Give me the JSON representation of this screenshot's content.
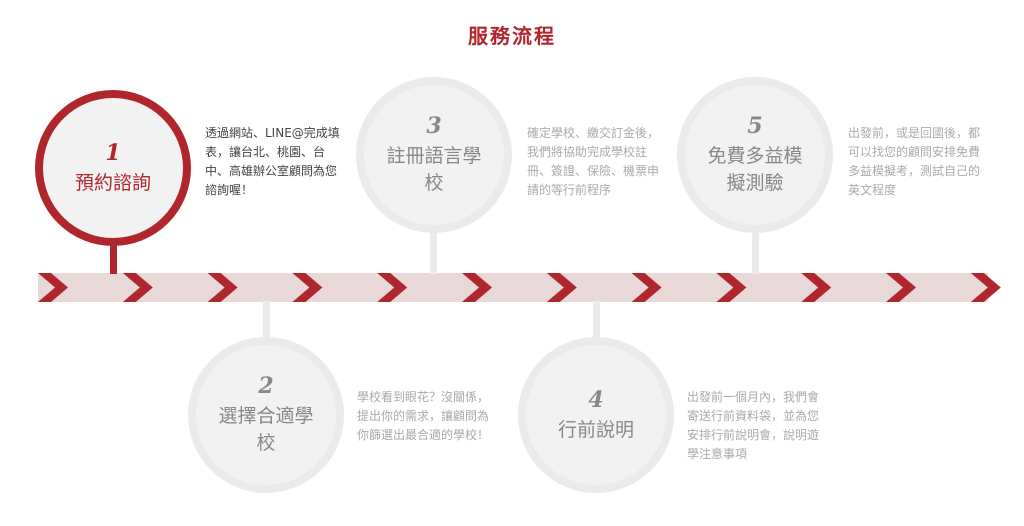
{
  "title": "服務流程",
  "colors": {
    "accent": "#b0262d",
    "band": "#e8d8d8",
    "inactive": "#ebebeb"
  },
  "steps": [
    {
      "num": "1",
      "label": "預約諮詢",
      "desc": "透過網站、LINE@完成填表，讓台北、桃園、台中、高雄辦公室顧問為您諮詢喔！"
    },
    {
      "num": "2",
      "label": "選擇合適學校",
      "desc": "學校看到眼花？沒關係，提出你的需求，讓顧問為你篩選出最合適的學校！"
    },
    {
      "num": "3",
      "label": "註冊語言學校",
      "desc": "確定學校、繳交訂金後，我們將協助完成學校註冊、簽證、保險、機票申請的等行前程序"
    },
    {
      "num": "4",
      "label": "行前說明",
      "desc": "出發前一個月內，我們會寄送行前資料袋，並為您安排行前說明會，說明遊學注意事項"
    },
    {
      "num": "5",
      "label": "免費多益模擬測驗",
      "desc": "出發前，或是回國後，都可以找您的顧問安排免費多益模擬考，測試自己的英文程度"
    }
  ]
}
